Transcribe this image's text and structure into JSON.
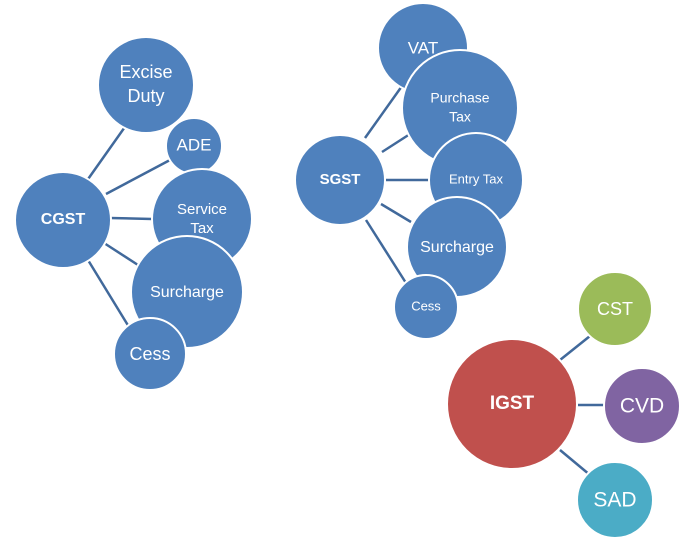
{
  "colors": {
    "blue": "#4f81bd",
    "red": "#c0504d",
    "green": "#9bbb59",
    "purple": "#8064a2",
    "teal": "#4bacc6",
    "edge": "#41699b"
  },
  "groups": {
    "cgst": {
      "hub": "CGST",
      "children": [
        {
          "lines": [
            "Excise",
            "Duty"
          ]
        },
        {
          "lines": [
            "ADE"
          ]
        },
        {
          "lines": [
            "Service",
            "Tax"
          ]
        },
        {
          "lines": [
            "Surcharge"
          ]
        },
        {
          "lines": [
            "Cess"
          ]
        }
      ]
    },
    "sgst": {
      "hub": "SGST",
      "children": [
        {
          "lines": [
            "VAT"
          ]
        },
        {
          "lines": [
            "Purchase",
            "Tax"
          ]
        },
        {
          "lines": [
            "Entry Tax"
          ]
        },
        {
          "lines": [
            "Surcharge"
          ]
        },
        {
          "lines": [
            "Cess"
          ]
        }
      ]
    },
    "igst": {
      "hub": "IGST",
      "children": [
        {
          "lines": [
            "CST"
          ]
        },
        {
          "lines": [
            "CVD"
          ]
        },
        {
          "lines": [
            "SAD"
          ]
        }
      ]
    }
  }
}
